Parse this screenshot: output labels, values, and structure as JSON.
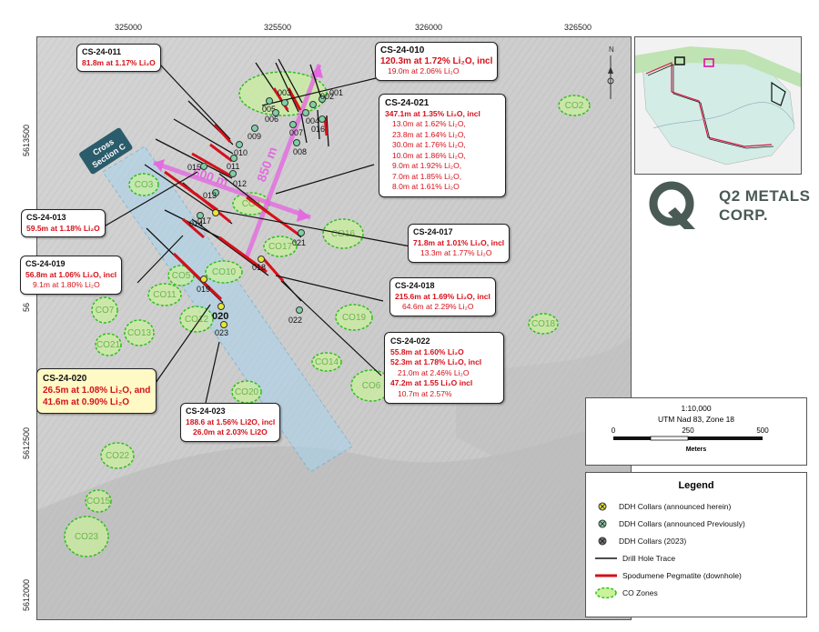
{
  "axes": {
    "x_ticks": [
      "325000",
      "325500",
      "326000",
      "326500"
    ],
    "y_ticks": [
      "5613500",
      "5612500",
      "5612000"
    ],
    "y_tick_partial": "56"
  },
  "map": {
    "cross_section_label": "Cross Section C",
    "dist_600": "600 m",
    "dist_850": "850 m",
    "co_zones": [
      "CO2",
      "CO3",
      "CO4",
      "CO5",
      "CO6",
      "CO7",
      "CO10",
      "CO11",
      "CO12",
      "CO13",
      "CO14",
      "CO15",
      "CO16",
      "CO17",
      "CO18",
      "CO19",
      "CO20",
      "CO21",
      "CO22",
      "CO23"
    ],
    "collars": [
      "001",
      "002",
      "003",
      "004",
      "005",
      "006",
      "007",
      "008",
      "009",
      "010",
      "011",
      "012",
      "013",
      "014",
      "015",
      "016",
      "017",
      "018",
      "019",
      "020",
      "021",
      "022",
      "023"
    ],
    "north_label": "N"
  },
  "callouts": {
    "cs011": {
      "hole": "CS-24-011",
      "main": "81.8m at 1.17% Li₂O"
    },
    "cs010": {
      "hole": "CS-24-010",
      "main": "120.3m at 1.72% Li₂O, incl",
      "sub": "19.0m at 2.06% Li₂O"
    },
    "cs021": {
      "hole": "CS-24-021",
      "main": "347.1m at 1.35% Li₂O, incl",
      "subs": [
        "13.0m at 1.62% Li₂O,",
        "23.8m at 1.64% Li₂O,",
        "30.0m at 1.76% Li₂O,",
        "10.0m at 1.86% Li₂O,",
        "9.0m at 1.92% Li₂O,",
        "7.0m at 1.85% Li₂O,",
        "8.0m at 1.61% Li₂O"
      ]
    },
    "cs013": {
      "hole": "CS-24-013",
      "main": "59.5m at 1.18% Li₂O"
    },
    "cs017": {
      "hole": "CS-24-017",
      "main": "71.8m at 1.01% Li₂O, incl",
      "sub": "13.3m at 1.77% Li₂O"
    },
    "cs019": {
      "hole": "CS-24-019",
      "main": "56.8m at 1.06% Li₂O, incl",
      "sub": "9.1m at 1.80% Li₂O"
    },
    "cs018": {
      "hole": "CS-24-018",
      "main": "215.6m at 1.69% Li₂O, incl",
      "sub": "64.6m at 2.29% Li₂O"
    },
    "cs022": {
      "hole": "CS-24-022",
      "main1": "55.8m at 1.60% Li₂O",
      "main2": "52.3m at 1.78% Li₂O, incl",
      "sub1": "21.0m at 2.46% Li₂O",
      "main3": "47.2m at 1.55 Li₂O incl",
      "sub2": "10.7m at 2.57%"
    },
    "cs020": {
      "hole": "CS-24-020",
      "main1": "26.5m at 1.08% Li₂O, and",
      "main2": "41.6m at 0.90% Li₂O"
    },
    "cs023": {
      "hole": "CS-24-023",
      "main": "188.6 at 1.56% Li2O, incl",
      "sub": "26.0m at 2.03% Li2O"
    }
  },
  "logo": {
    "line1": "Q2 METALS",
    "line2": "CORP."
  },
  "scale": {
    "ratio": "1:10,000",
    "projection": "UTM Nad 83, Zone 18",
    "ticks": [
      "0",
      "250",
      "500"
    ],
    "units": "Meters"
  },
  "legend": {
    "title": "Legend",
    "items": [
      {
        "label": "DDH Collars (announced herein)"
      },
      {
        "label": "DDH Collars (announced Previously)"
      },
      {
        "label": "DDH Collars (2023)"
      },
      {
        "label": "Drill Hole Trace"
      },
      {
        "label": "Spodumene Pegmatite (downhole)"
      },
      {
        "label": "CO Zones"
      }
    ]
  },
  "colors": {
    "red": "#d6101a",
    "magenta": "#e36be0",
    "zone_green": "#c9f29a",
    "cross_section": "#a8d4ee",
    "dark_teal": "#2b5c6b"
  }
}
